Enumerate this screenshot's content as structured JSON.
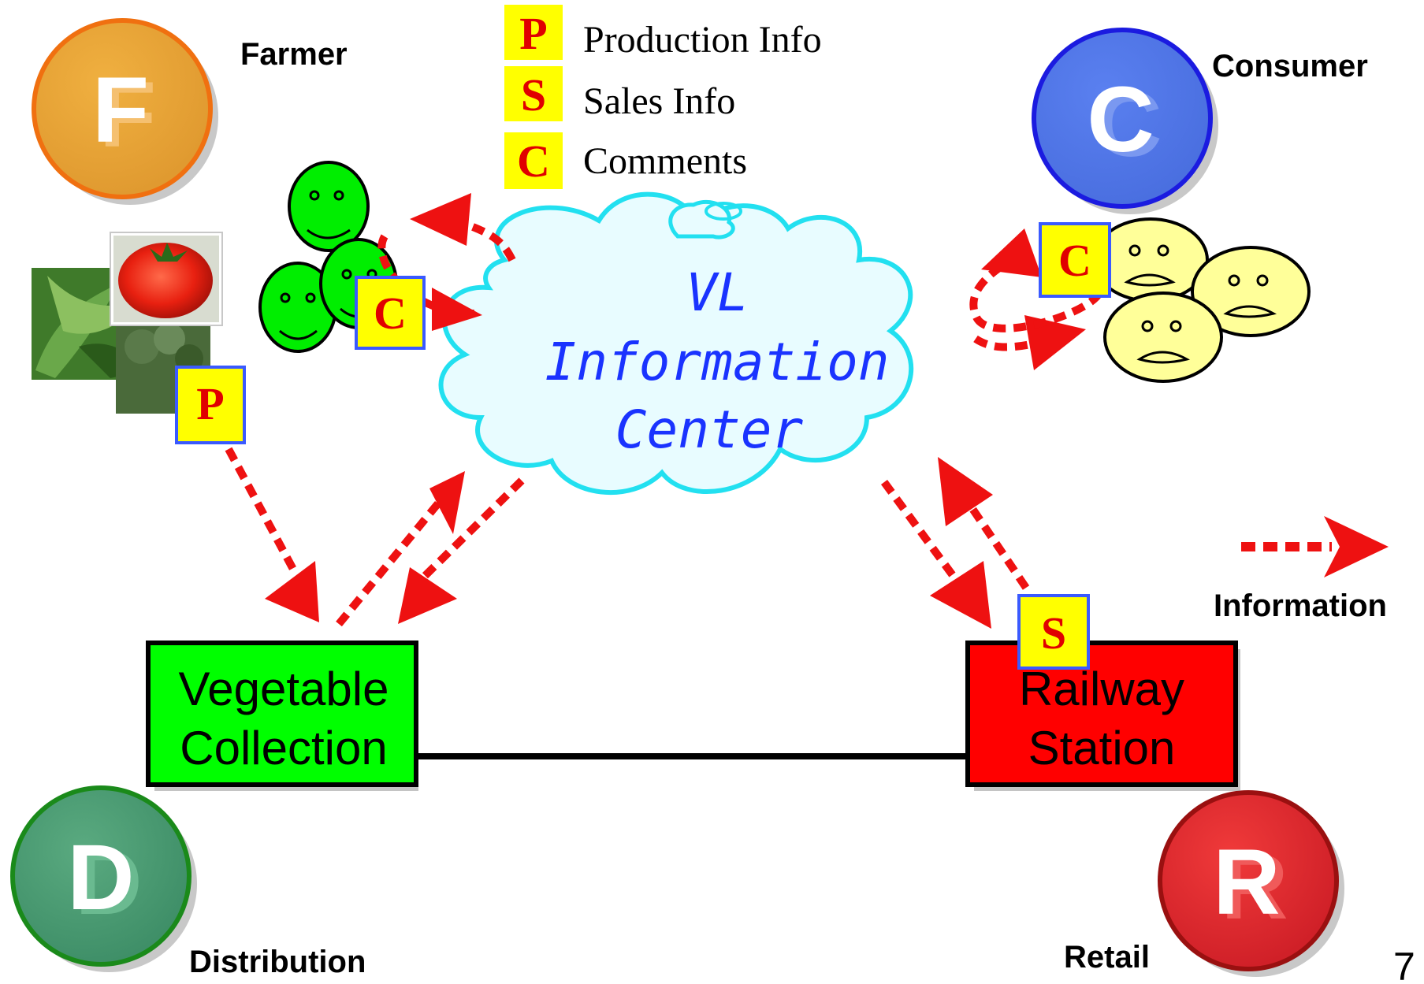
{
  "roles": {
    "farmer": {
      "letter": "F",
      "label": "Farmer",
      "color": "#e8a033",
      "ring": "#f07010"
    },
    "consumer": {
      "letter": "C",
      "label": "Consumer",
      "color": "#4a6fe0",
      "ring": "#1b1be0"
    },
    "distribution": {
      "letter": "D",
      "label": "Distribution",
      "color": "#4a9a70",
      "ring": "#1a8a1a"
    },
    "retail": {
      "letter": "R",
      "label": "Retail",
      "color": "#e0282e",
      "ring": "#9a1010"
    }
  },
  "legend": {
    "items": [
      {
        "tag": "P",
        "label": "Production Info"
      },
      {
        "tag": "S",
        "label": "Sales Info"
      },
      {
        "tag": "C",
        "label": "Comments"
      }
    ],
    "tag_color": "#ffff00",
    "tag_text_color": "#e00000"
  },
  "cloud": {
    "line1": "VL",
    "line2": "Information",
    "line3": "Center",
    "fill": "#e8fcff",
    "stroke": "#22e0f0",
    "text_color": "#1a33ff"
  },
  "boxes": {
    "vegetable": {
      "line1": "Vegetable",
      "line2": "Collection",
      "fill": "#00ff00"
    },
    "railway": {
      "line1": "Railway",
      "line2": "Station",
      "fill": "#ff0000"
    }
  },
  "tags": {
    "farmer_production": "P",
    "farmer_comments": "C",
    "consumer_comments": "C",
    "railway_sales": "S"
  },
  "info_legend": {
    "label": "Information",
    "color": "#ee1111"
  },
  "page_number": "7"
}
